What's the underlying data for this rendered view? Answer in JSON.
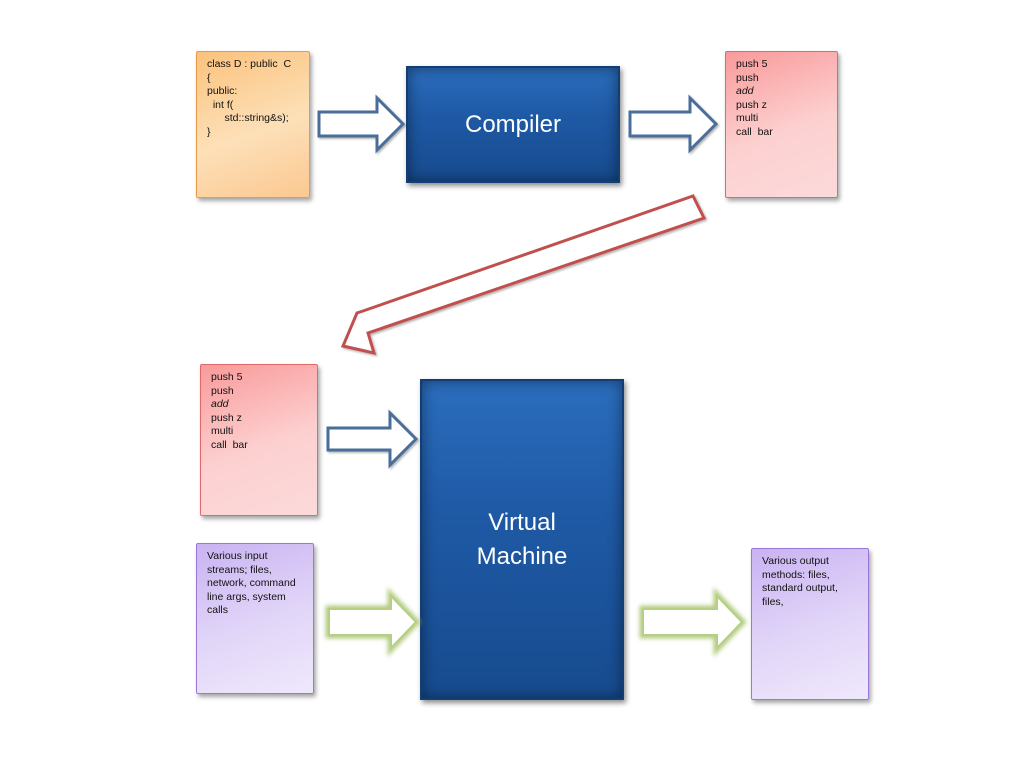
{
  "source_code": {
    "lines": [
      "class D : public  C",
      "{",
      "public:",
      "  int f(",
      "      std::string&s);",
      "}"
    ]
  },
  "compiler": {
    "label": "Compiler"
  },
  "bytecode_output": {
    "lines": [
      "push 5",
      "push",
      "add",
      "push z",
      "multi",
      "call  bar"
    ]
  },
  "bytecode_input": {
    "lines": [
      "push 5",
      "push",
      "add",
      "push z",
      "multi",
      "call  bar"
    ]
  },
  "virtual_machine": {
    "label_line1": "Virtual",
    "label_line2": "Machine"
  },
  "input_streams": {
    "text": "Various input streams; files, network, command line args, system calls"
  },
  "output_methods": {
    "text": "Various output methods: files, standard output, files,"
  },
  "colors": {
    "code_note": "#fbc27c",
    "bytecode_note": "#f99a9a",
    "io_note": "#c9b3f2",
    "process_box": "#1f5aa6",
    "blue_arrow": "#4a6e9a",
    "red_arrow": "#c0504d",
    "green_arrow": "#9bbb59"
  }
}
